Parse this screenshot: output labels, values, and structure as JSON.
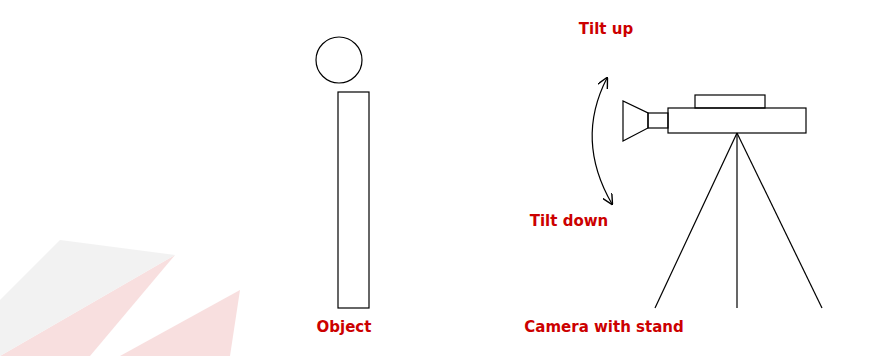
{
  "diagram": {
    "labels": [
      "Tilt up",
      "Tilt down",
      "Object",
      "Camera with stand"
    ]
  }
}
